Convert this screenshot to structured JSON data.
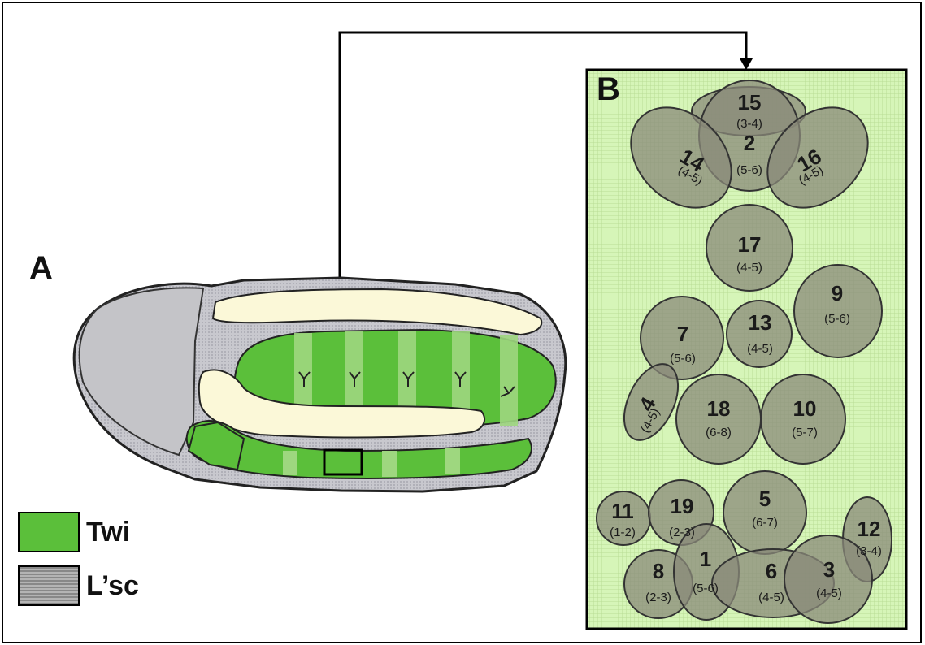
{
  "panels": {
    "a_label": "A",
    "b_label": "B"
  },
  "legend": [
    {
      "label": "Twi",
      "color": "#5bbf3a"
    },
    {
      "label": "L’sc",
      "color": "#9e9e9e"
    }
  ],
  "colors": {
    "panel_b_fill": "#d6f5b8",
    "cluster_fill": "#8a8a7a",
    "embryo_gray": "#c8c8ce",
    "embryo_cream": "#fbf8d8",
    "twi_green": "#5bbf3a",
    "twi_light": "#9ed77f"
  },
  "clusters": [
    {
      "id": "15",
      "count": "(3-4)"
    },
    {
      "id": "2",
      "count": "(5-6)"
    },
    {
      "id": "14",
      "count": "(4-5)"
    },
    {
      "id": "16",
      "count": "(4-5)"
    },
    {
      "id": "17",
      "count": "(4-5)"
    },
    {
      "id": "9",
      "count": "(5-6)"
    },
    {
      "id": "7",
      "count": "(5-6)"
    },
    {
      "id": "13",
      "count": "(4-5)"
    },
    {
      "id": "4",
      "count": "(4-5)"
    },
    {
      "id": "18",
      "count": "(6-8)"
    },
    {
      "id": "10",
      "count": "(5-7)"
    },
    {
      "id": "11",
      "count": "(1-2)"
    },
    {
      "id": "19",
      "count": "(2-3)"
    },
    {
      "id": "5",
      "count": "(6-7)"
    },
    {
      "id": "12",
      "count": "(3-4)"
    },
    {
      "id": "8",
      "count": "(2-3)"
    },
    {
      "id": "1",
      "count": "(5-6)"
    },
    {
      "id": "6",
      "count": "(4-5)"
    },
    {
      "id": "3",
      "count": "(4-5)"
    }
  ]
}
